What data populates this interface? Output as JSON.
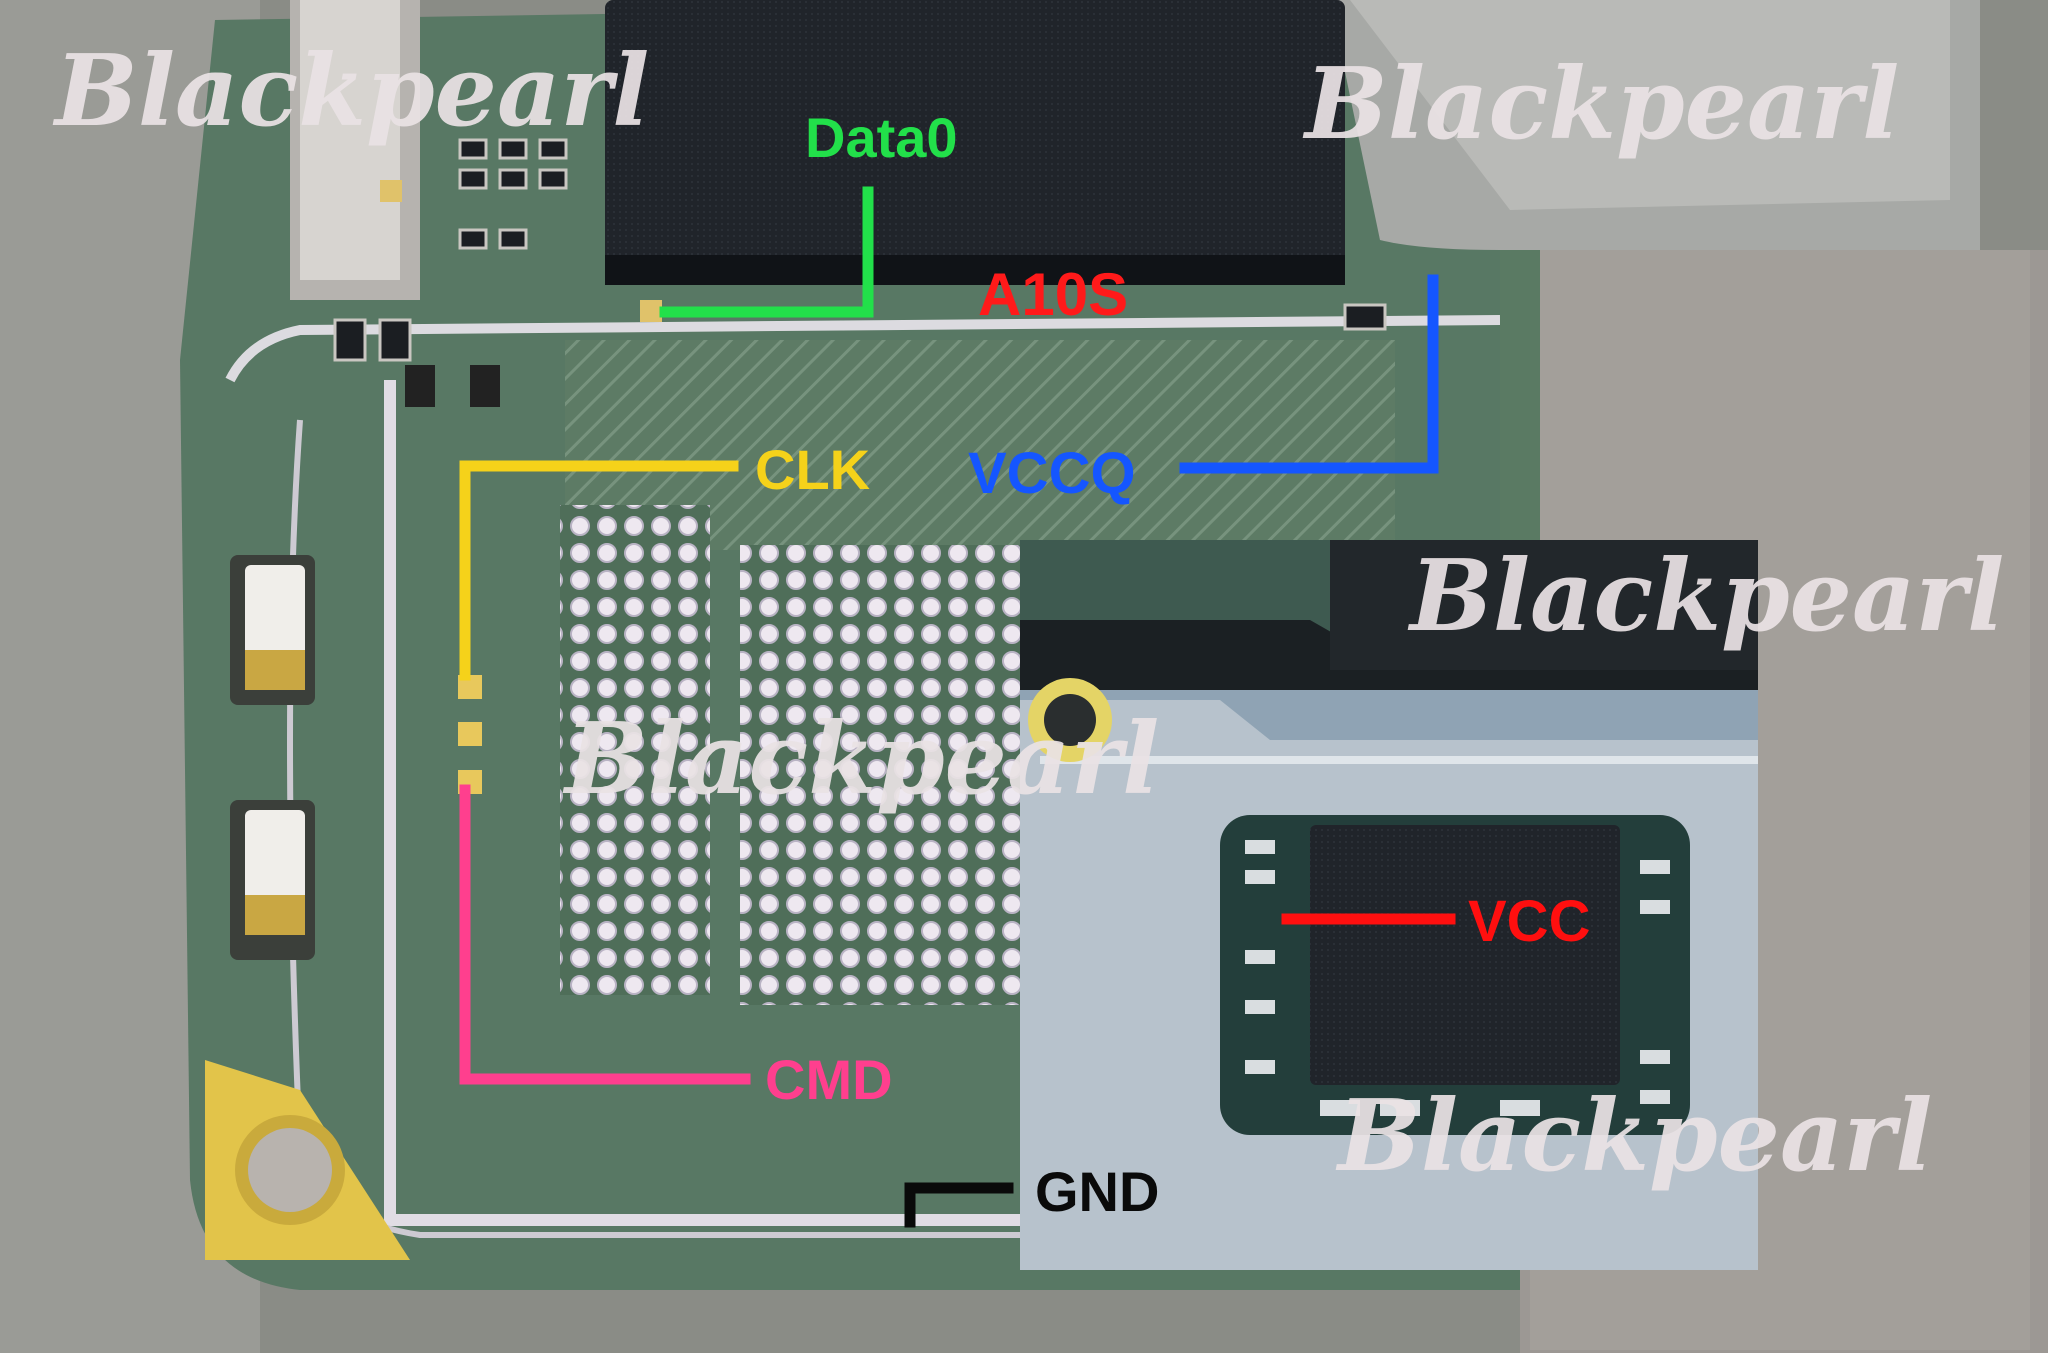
{
  "labels": {
    "data0": "Data0",
    "a10s": "A10S",
    "clk": "CLK",
    "vccq": "VCCQ",
    "cmd": "CMD",
    "gnd": "GND",
    "vcc": "VCC"
  },
  "watermark": "Blackpearl",
  "colors": {
    "data0": "#22e04a",
    "a10s": "#ff1a1a",
    "clk": "#f5d21a",
    "vccq": "#1556ff",
    "cmd": "#ff3f8e",
    "gnd": "#0a0a0a",
    "vcc": "#ff0f0f",
    "watermark": "#e9e2e4"
  }
}
